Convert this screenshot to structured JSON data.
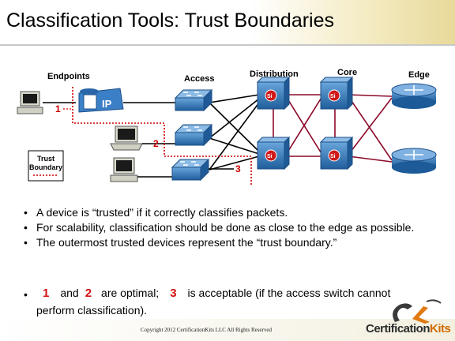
{
  "slide": {
    "title": "Classification Tools: Trust Boundaries"
  },
  "diagram": {
    "labels": {
      "endpoints": "Endpoints",
      "access": "Access",
      "distribution": "Distribution",
      "core": "Core",
      "edge": "Edge"
    },
    "markers": [
      "1",
      "2",
      "3"
    ],
    "phone_label": "IP",
    "multilayer_label": "Si",
    "trust_box": {
      "line1": "Trust",
      "line2": "Boundary"
    }
  },
  "bullets": [
    "A device is “trusted” if it correctly classifies packets.",
    "For scalability, classification should be done as close to the edge as possible.",
    "The outermost trusted devices represent the “trust boundary.”"
  ],
  "last_bullet": {
    "n1": "1",
    "and": "and",
    "n2": "2",
    "optimal": "are optimal;",
    "n3": "3",
    "acceptable": "is acceptable (if the access switch cannot",
    "line2": "perform classification)."
  },
  "footer": {
    "copyright": "Copyright 2012 CertificationKits LLC  All Rights Reserved",
    "logo_part1": "Certification",
    "logo_part2": "Kits"
  },
  "colors": {
    "boundary_red": "#cc0000",
    "switch_blue": "#2f78c0",
    "link_black": "#000000",
    "link_maroon": "#8b0a2a"
  }
}
